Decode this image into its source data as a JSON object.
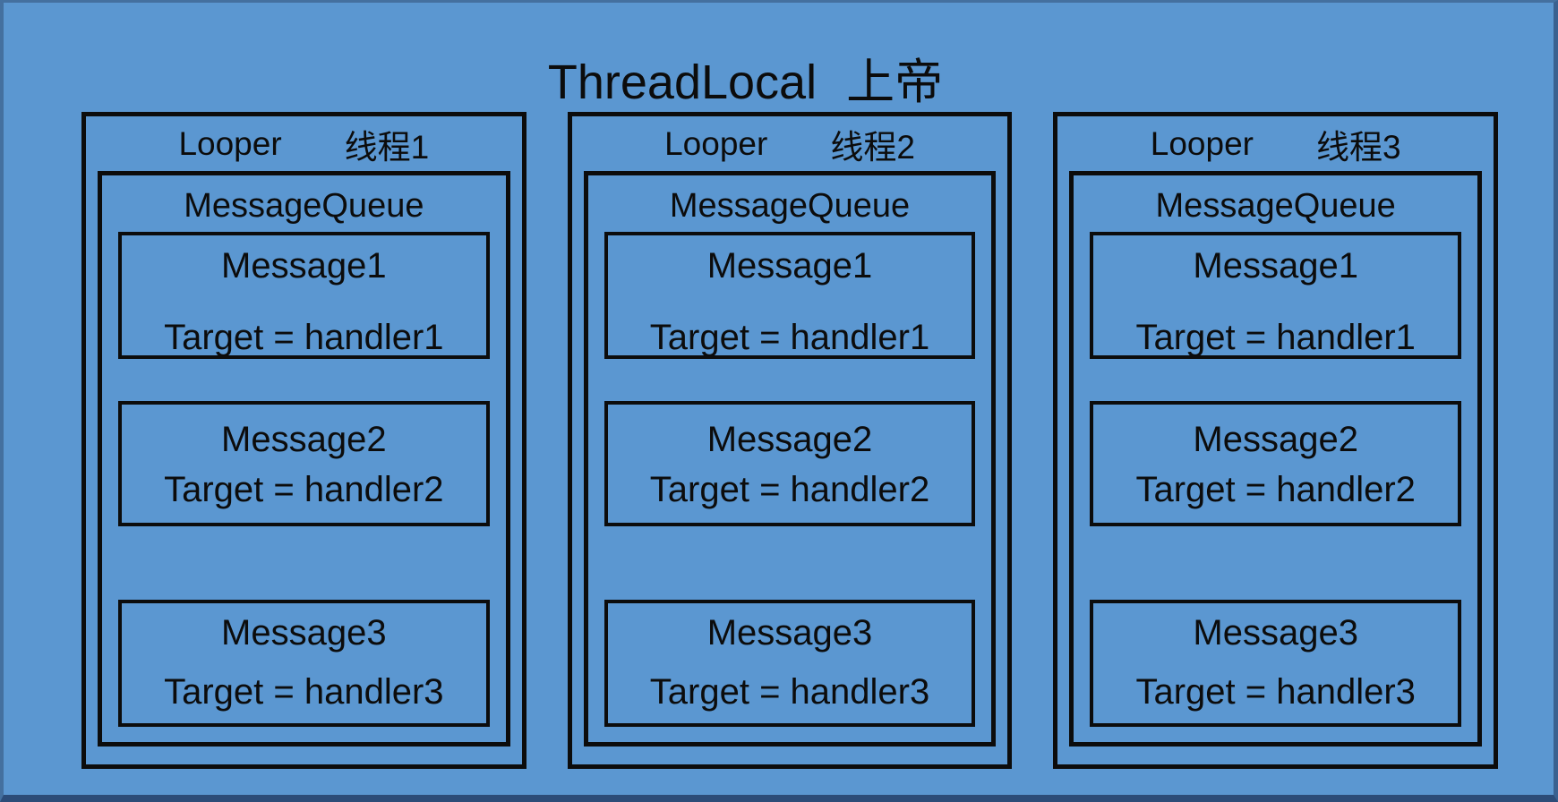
{
  "title": "ThreadLocal 上帝",
  "colors": {
    "background": "#5b97d1",
    "frame_top_left": "#44709f",
    "frame_right": "#3a6190",
    "frame_bottom": "#2c4c78",
    "box_border": "#0c0c0c",
    "text": "#0c0c0c"
  },
  "columns": [
    {
      "looper_label": "Looper",
      "thread_label": "线程1",
      "queue_label": "MessageQueue",
      "messages": [
        {
          "name": "Message1",
          "target": "Target = handler1"
        },
        {
          "name": "Message2",
          "target": "Target = handler2"
        },
        {
          "name": "Message3",
          "target": "Target = handler3"
        }
      ]
    },
    {
      "looper_label": "Looper",
      "thread_label": "线程2",
      "queue_label": "MessageQueue",
      "messages": [
        {
          "name": "Message1",
          "target": "Target = handler1"
        },
        {
          "name": "Message2",
          "target": "Target = handler2"
        },
        {
          "name": "Message3",
          "target": "Target = handler3"
        }
      ]
    },
    {
      "looper_label": "Looper",
      "thread_label": "线程3",
      "queue_label": "MessageQueue",
      "messages": [
        {
          "name": "Message1",
          "target": "Target = handler1"
        },
        {
          "name": "Message2",
          "target": "Target = handler2"
        },
        {
          "name": "Message3",
          "target": "Target = handler3"
        }
      ]
    }
  ]
}
